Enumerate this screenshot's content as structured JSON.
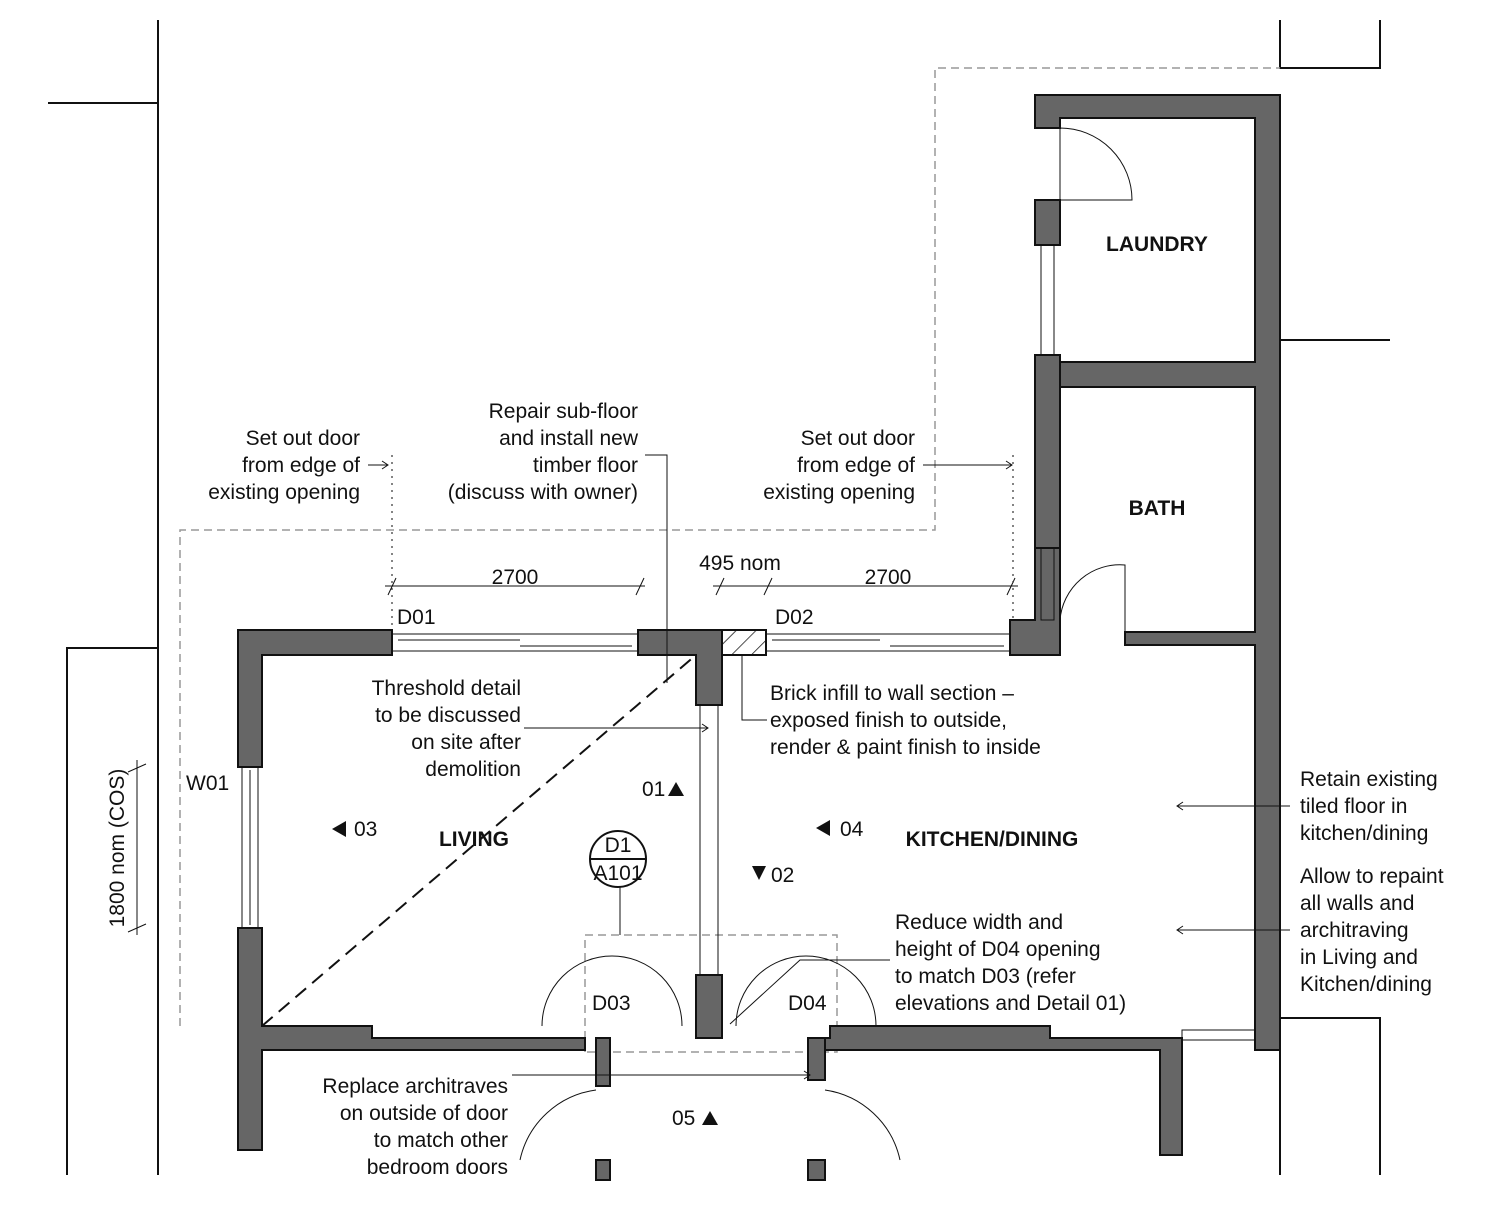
{
  "rooms": {
    "laundry": "LAUNDRY",
    "bath": "BATH",
    "living": "LIVING",
    "kitchen": "KITCHEN/DINING"
  },
  "tags": {
    "d01": "D01",
    "d02": "D02",
    "d03": "D03",
    "d04": "D04",
    "w01": "W01",
    "v01": "01",
    "v02": "02",
    "v03": "03",
    "v04": "04",
    "v05": "05",
    "detail_top": "D1",
    "detail_bottom": "A101"
  },
  "dimensions": {
    "d01_width": "2700",
    "d02_width": "2700",
    "offset": "495 nom",
    "w01_height": "1800 nom (COS)"
  },
  "notes": {
    "setout_left": [
      "Set out door",
      "from edge of",
      "existing opening"
    ],
    "subfloor": [
      "Repair sub-floor",
      "and install new",
      "timber floor",
      "(discuss with owner)"
    ],
    "setout_right": [
      "Set out door",
      "from edge of",
      "existing opening"
    ],
    "threshold": [
      "Threshold detail",
      "to be discussed",
      "on site after",
      "demolition"
    ],
    "brick": [
      "Brick infill to wall section –",
      "exposed finish to outside,",
      "render & paint finish to inside"
    ],
    "retain": [
      "Retain existing",
      "tiled floor in",
      "kitchen/dining"
    ],
    "repaint": [
      "Allow to repaint",
      "all walls and",
      "architraving",
      "in Living and",
      "Kitchen/dining"
    ],
    "reduce": [
      "Reduce width and",
      "height of D04 opening",
      "to match D03 (refer",
      "elevations and Detail 01)"
    ],
    "architraves": [
      "Replace architraves",
      "on outside of door",
      "to match other",
      "bedroom doors"
    ]
  }
}
